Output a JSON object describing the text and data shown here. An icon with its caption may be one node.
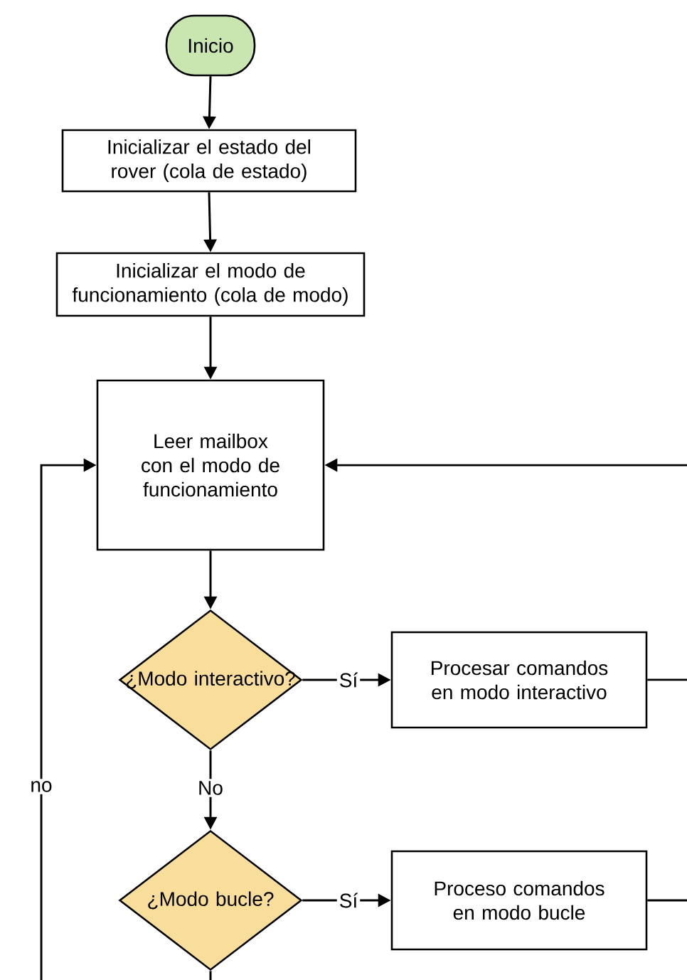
{
  "diagram": {
    "nodes": [
      {
        "text": [
          "Inicio"
        ]
      },
      {
        "text": [
          "Inicializar el estado del rover (cola de estado)"
        ]
      },
      {
        "text": [
          "Inicializar el modo de funcionamiento (cola de modo)"
        ]
      },
      {
        "text": [
          "Leer mailbox con el modo de funcionamiento"
        ]
      },
      {
        "text": [
          "¿Modo interactivo?"
        ]
      },
      {
        "text": [
          "Procesar comandos en modo interactivo"
        ]
      },
      {
        "text": [
          "¿Modo bucle?"
        ]
      },
      {
        "text": [
          "Proceso comandos en modo bucle"
        ]
      }
    ],
    "edges": [
      {
        "from": 0,
        "to": 1,
        "arrow": "to"
      },
      {
        "from": 1,
        "to": 2,
        "arrow": "to"
      },
      {
        "from": 2,
        "to": 3,
        "arrow": "to"
      },
      {
        "from": 3,
        "to": 4,
        "arrow": "to"
      },
      {
        "from": 4,
        "to": 5,
        "arrow": "to",
        "label": "Sí"
      },
      {
        "from": 4,
        "to": 6,
        "arrow": "to",
        "label": "No"
      },
      {
        "from": 6,
        "to": 7,
        "arrow": "to",
        "label": "Sí"
      },
      {
        "from": null,
        "to": 3,
        "arrow": "to",
        "label": "no"
      },
      {
        "from": null,
        "to": 3,
        "arrow": "to"
      },
      {
        "from": 5,
        "to": null,
        "arrow": "none"
      },
      {
        "from": 7,
        "to": null,
        "arrow": "none"
      },
      {
        "from": 6,
        "to": null,
        "arrow": "none"
      }
    ]
  }
}
